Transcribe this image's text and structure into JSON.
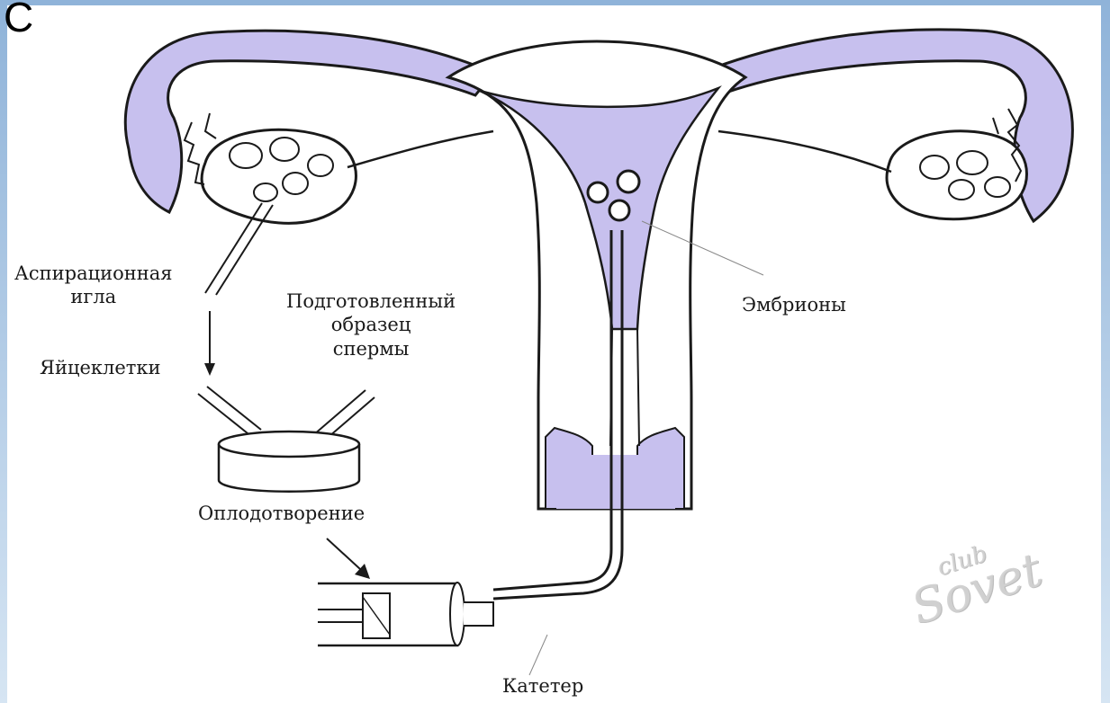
{
  "labels": {
    "aspiration_needle": "Аспирационная\nигла",
    "oocytes": "Яйцеклетки",
    "sperm_sample": "Подготовленный\nобразец\nспермы",
    "embryos": "Эмбрионы",
    "fertilization": "Оплодотворение",
    "catheter": "Катетер"
  },
  "watermark": {
    "top": "club",
    "bottom": "Sovet"
  },
  "colors": {
    "tissue": "#c7c0ee",
    "tissue_dark": "#a99fe0",
    "line": "#1a1a1a",
    "frame": "#8fb3d9"
  }
}
